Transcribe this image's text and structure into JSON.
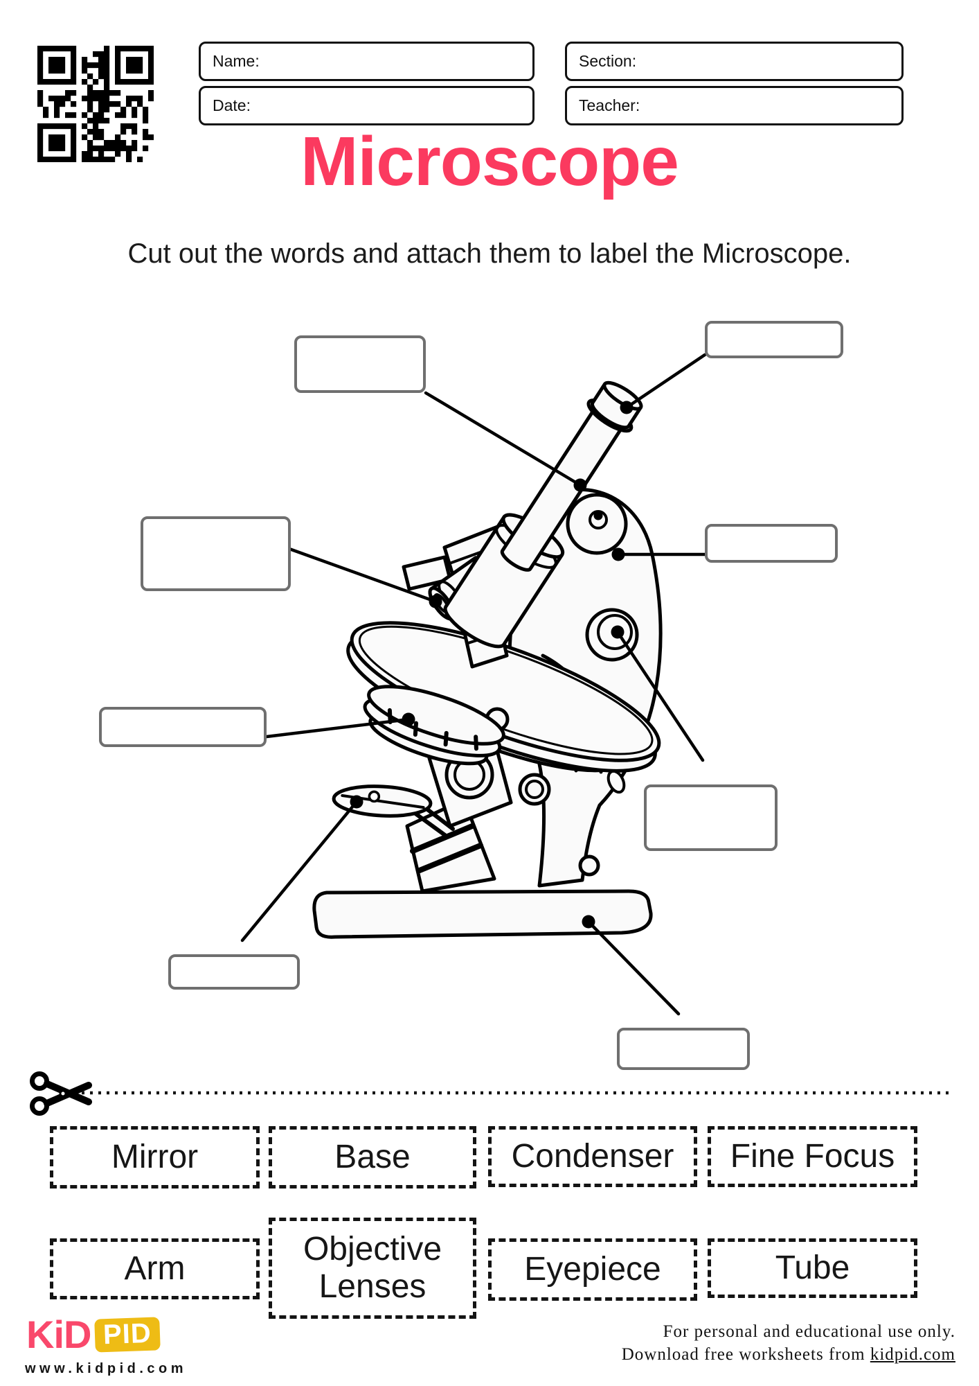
{
  "header": {
    "fields": [
      {
        "label": "Name:"
      },
      {
        "label": "Section:"
      },
      {
        "label": "Date:"
      },
      {
        "label": "Teacher:"
      }
    ]
  },
  "title": {
    "text": "Microscope"
  },
  "subtitle": "Cut out the words and attach them to label the Microscope.",
  "colors": {
    "title_pink": "#fb3a5f",
    "logo_pink": "#f9486b",
    "logo_yellow": "#eebc15",
    "slot_border_gray": "#6f6f6f"
  },
  "cut_words": [
    "Mirror",
    "Base",
    "Condenser",
    "Fine Focus",
    "Arm",
    "Objective Lenses",
    "Eyepiece",
    "Tube"
  ],
  "footer": {
    "logo_kid": "KiD",
    "logo_pid": "PID",
    "website": "www.kidpid.com",
    "note_line1": "For personal and educational use only.",
    "note_line2_prefix": "Download free worksheets from ",
    "note_link": "kidpid.com"
  }
}
